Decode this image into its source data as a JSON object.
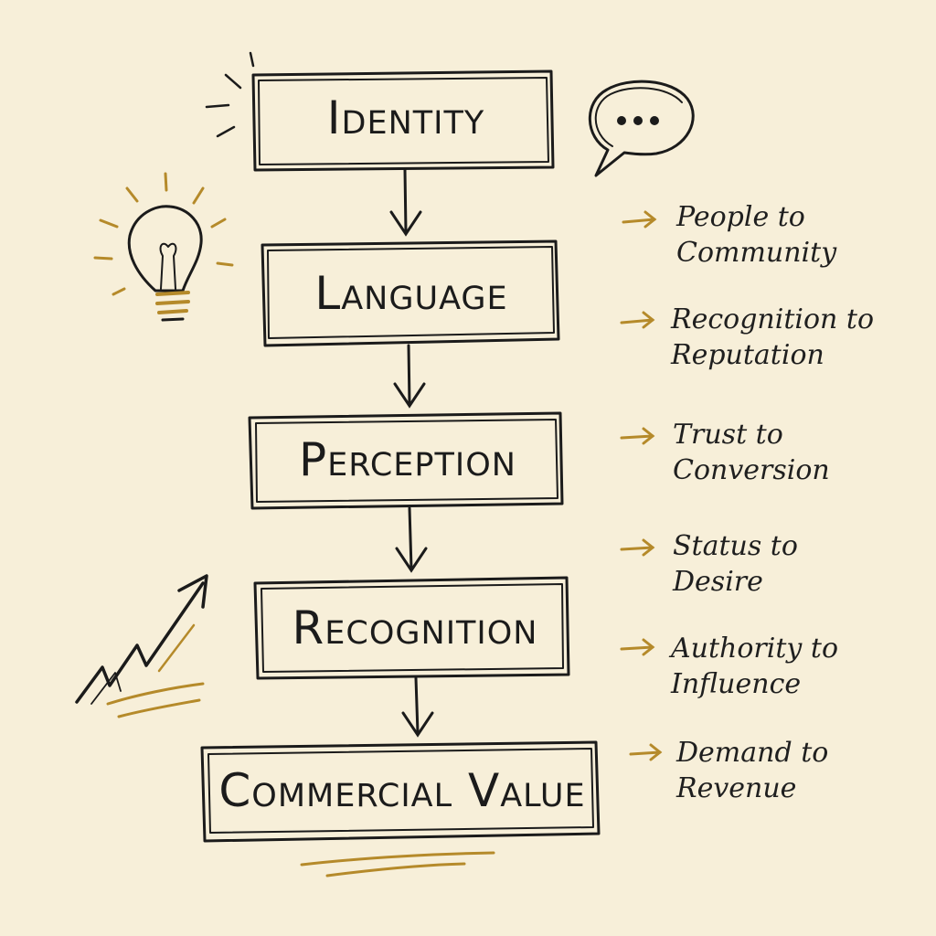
{
  "diagram": {
    "stages": [
      {
        "label": "Identity"
      },
      {
        "label": "Language"
      },
      {
        "label": "Perception"
      },
      {
        "label": "Recognition"
      },
      {
        "label": "Commercial Value"
      }
    ],
    "side_items": [
      {
        "line1": "People to",
        "line2": "Community"
      },
      {
        "line1": "Recognition to",
        "line2": "Reputation"
      },
      {
        "line1": "Trust to",
        "line2": "Conversion"
      },
      {
        "line1": "Status to",
        "line2": "Desire"
      },
      {
        "line1": "Authority to",
        "line2": "Influence"
      },
      {
        "line1": "Demand to",
        "line2": "Revenue"
      }
    ],
    "decorations": {
      "lightbulb": "lightbulb-icon",
      "speech_bubble": "speech-bubble-icon",
      "growth_arrow": "growth-arrow-icon"
    },
    "colors": {
      "background": "#f7efd9",
      "ink": "#1b1b1b",
      "accent": "#b58a2a"
    }
  }
}
